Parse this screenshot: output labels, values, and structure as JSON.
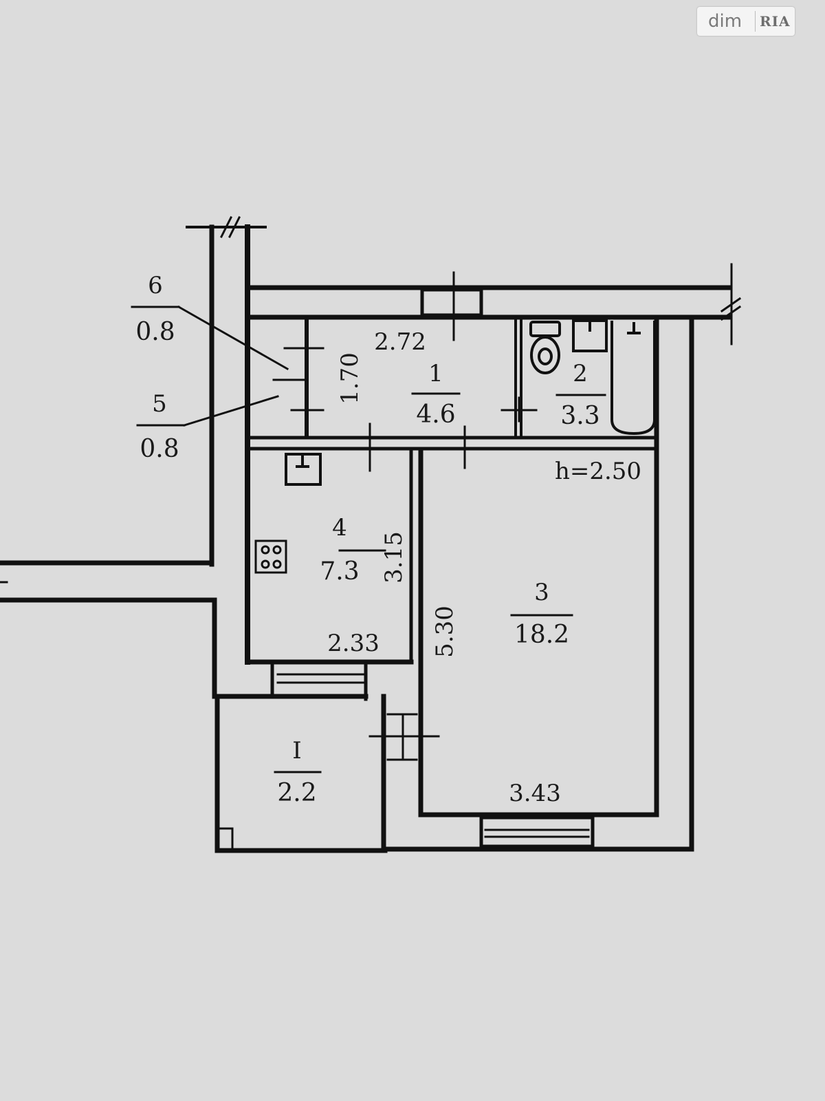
{
  "watermark": {
    "brand_left": "dim",
    "brand_right": "RIA"
  },
  "rooms": [
    {
      "id": "1",
      "number": "1",
      "area": "4.6"
    },
    {
      "id": "2",
      "number": "2",
      "area": "3.3"
    },
    {
      "id": "3",
      "number": "3",
      "area": "18.2"
    },
    {
      "id": "4",
      "number": "4",
      "area": "7.3"
    },
    {
      "id": "5",
      "number": "5",
      "area": "0.8"
    },
    {
      "id": "6",
      "number": "6",
      "area": "0.8"
    },
    {
      "id": "I",
      "number": "I",
      "area": "2.2"
    }
  ],
  "dimensions": {
    "hall_width": "2.72",
    "hall_depth": "1.70",
    "kitchen_depth": "3.15",
    "kitchen_width": "2.33",
    "living_depth": "5.30",
    "living_width": "3.43",
    "ceiling_height": "h=2.50"
  },
  "icons": {
    "toilet": "toilet-icon",
    "bathtub": "bathtub-icon",
    "sink": "sink-icon",
    "stove": "stove-icon"
  }
}
